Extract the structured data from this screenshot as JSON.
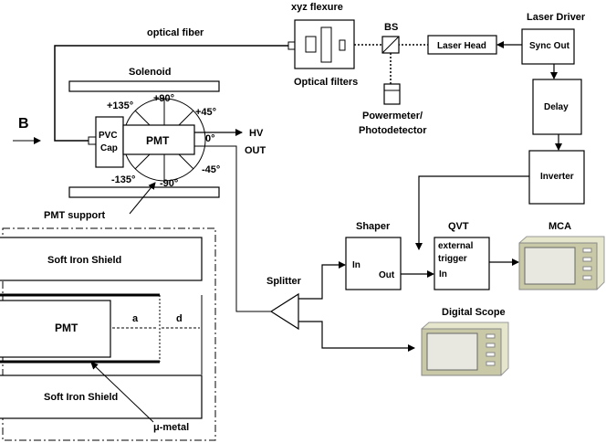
{
  "labels": {
    "xyz_flexure": "xyz flexure",
    "laser_driver": "Laser Driver",
    "optical_fiber": "optical fiber",
    "bs": "BS",
    "laser_head": "Laser Head",
    "sync_out": "Sync Out",
    "solenoid": "Solenoid",
    "optical_filters": "Optical filters",
    "plus90": "+90°",
    "plus135": "+135°",
    "plus45": "+45°",
    "zero": "0°",
    "minus135": "-135°",
    "minus90": "-90°",
    "minus45": "-45°",
    "b_field": "B",
    "pvc": "PVC",
    "cap": "Cap",
    "pmt": "PMT",
    "hv": "HV",
    "out": "OUT",
    "powermeter": "Powermeter/",
    "photodetector": "Photodetector",
    "delay": "Delay",
    "pmt_support": "PMT support",
    "inverter": "Inverter",
    "shaper": "Shaper",
    "qvt": "QVT",
    "mca": "MCA",
    "soft_iron_shield_top": "Soft Iron Shield",
    "in_shaper": "In",
    "out_shaper": "Out",
    "external": "external",
    "trigger": "trigger",
    "in_qvt": "In",
    "splitter": "Splitter",
    "pmt_inset": "PMT",
    "a": "a",
    "d": "d",
    "digital_scope": "Digital Scope",
    "soft_iron_shield_bottom": "Soft Iron Shield",
    "mu_metal": "μ-metal"
  }
}
